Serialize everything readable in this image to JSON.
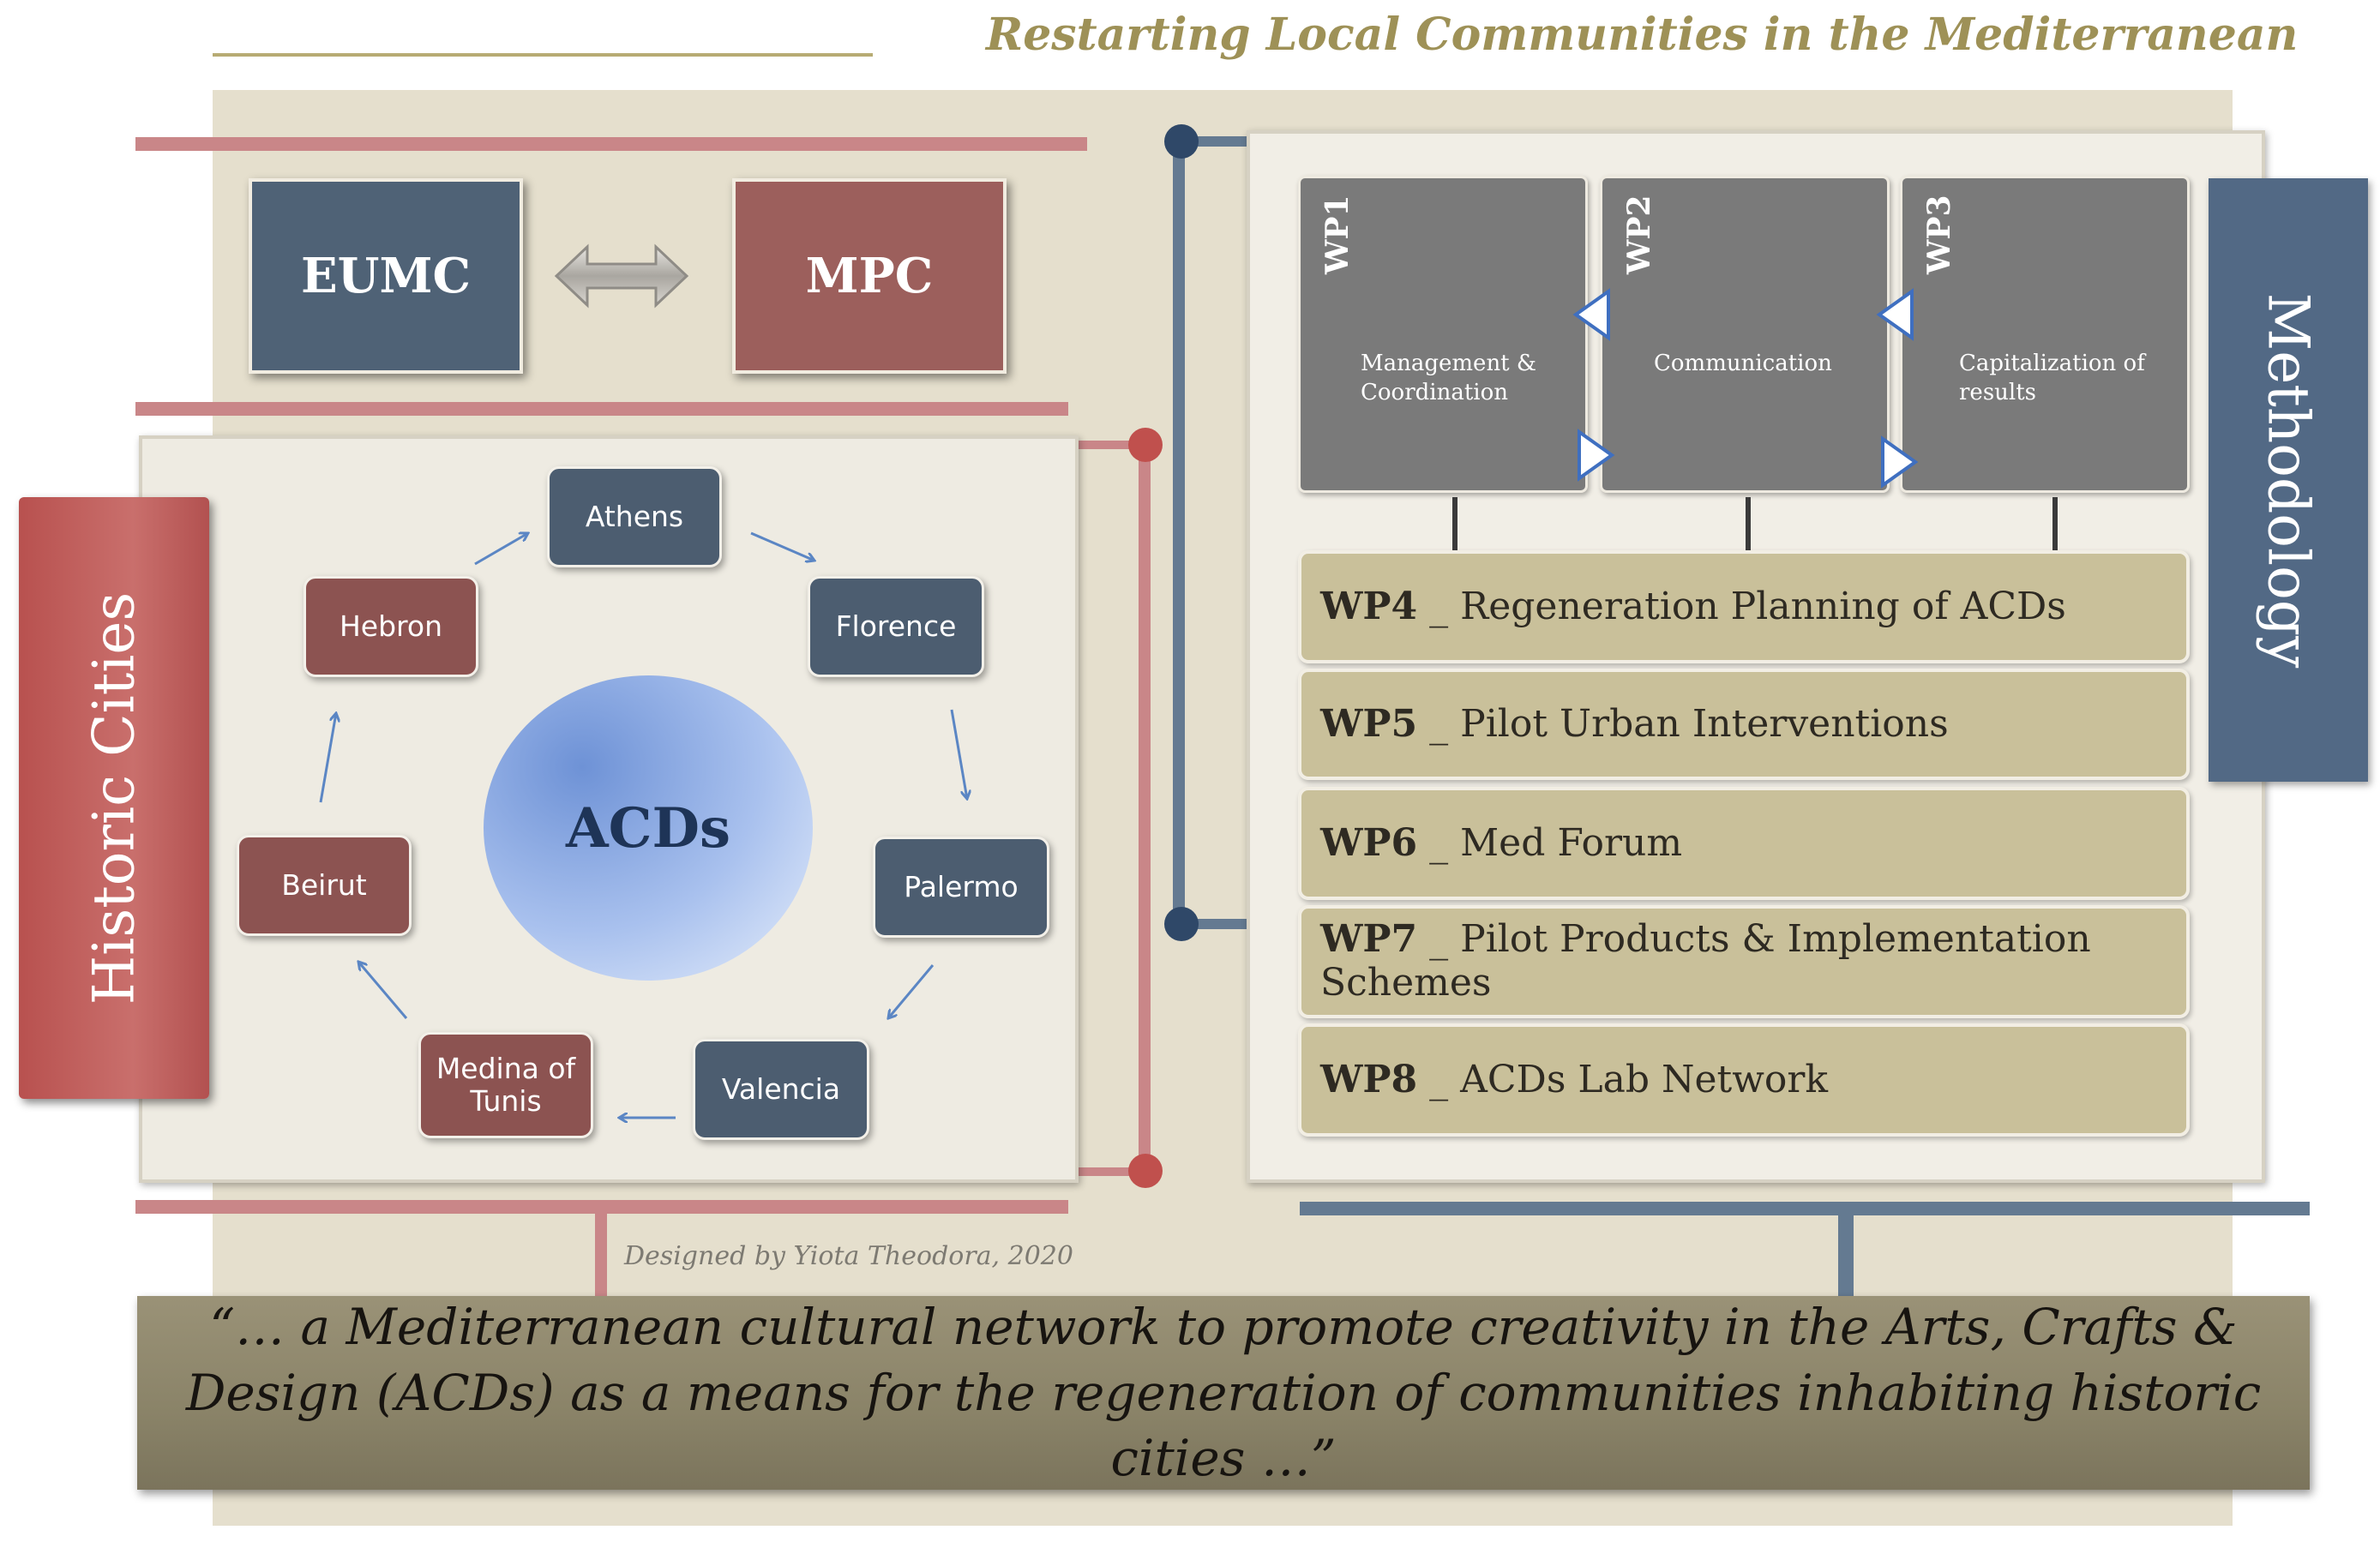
{
  "title": "Restarting Local  Communities in the Mediterranean",
  "organizations": {
    "left": "EUMC",
    "right": "MPC"
  },
  "historic_cities": {
    "label": "Historic Cities",
    "center": "ACDs",
    "cities": [
      "Athens",
      "Florence",
      "Palermo",
      "Valencia",
      "Medina of Tunis",
      "Beirut",
      "Hebron"
    ]
  },
  "methodology": {
    "label": "Methodology",
    "top_packages": [
      {
        "code": "WP1",
        "text": "Management & Coordination"
      },
      {
        "code": "WP2",
        "text": "Communication"
      },
      {
        "code": "WP3",
        "text": "Capitalization of results"
      }
    ],
    "rows": [
      {
        "code": "WP4",
        "text": " _ Regeneration Planning of ACDs"
      },
      {
        "code": "WP5",
        "text": " _ Pilot Urban Interventions"
      },
      {
        "code": "WP6",
        "text": " _ Med Forum"
      },
      {
        "code": "WP7",
        "text": " _ Pilot Products & Implementation Schemes"
      },
      {
        "code": "WP8",
        "text": " _ ACDs Lab Network"
      }
    ]
  },
  "credit": "Designed by Yiota Theodora,  2020",
  "quote": "“… a Mediterranean cultural network to promote creativity in the Arts, Crafts & Design (ACDs) as a means for the regeneration of communities inhabiting historic cities …”",
  "colors": {
    "blue_accent": "#4f6276",
    "red_accent": "#9c5f5c",
    "gold": "#c9c09a",
    "grey_card": "#7a7a7a"
  }
}
